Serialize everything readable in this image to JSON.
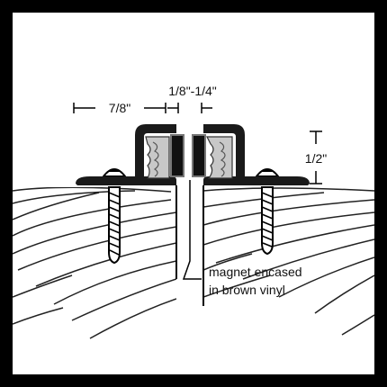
{
  "diagram": {
    "dimensions": {
      "flange_width": "7/8\"",
      "gap_width": "1/8\"-1/4\"",
      "height": "1/2\""
    },
    "callout": {
      "line1": "magnet encased",
      "line2": "in brown vinyl"
    },
    "colors": {
      "frame": "#000000",
      "profile": "#1a1a1a",
      "vinyl_gasket": "#c8c8c8",
      "magnet": "#111111",
      "wood_grain": "#222222",
      "background": "#ffffff"
    }
  }
}
